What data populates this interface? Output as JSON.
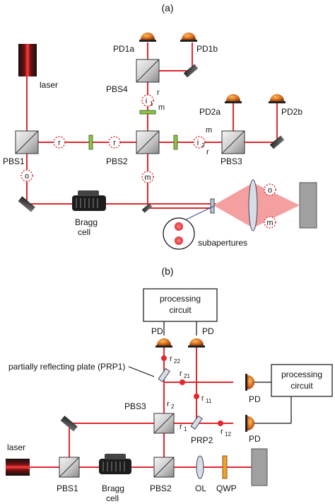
{
  "panel_a": {
    "title": "(a)",
    "labels": {
      "laser": "laser",
      "pbs1": "PBS1",
      "pbs2": "PBS2",
      "pbs3": "PBS3",
      "pbs4": "PBS4",
      "pd1a": "PD1a",
      "pd1b": "PD1b",
      "pd2a": "PD2a",
      "pd2b": "PD2b",
      "bragg1": "Bragg",
      "bragg2": "cell",
      "subapertures": "subapertures"
    },
    "markers": {
      "o": "o",
      "r": "r",
      "m": "m",
      "i": "i",
      "i1_sub": "1",
      "i2_sub": "2"
    }
  },
  "panel_b": {
    "title": "(b)",
    "labels": {
      "laser": "laser",
      "pbs1": "PBS1",
      "pbs2": "PBS2",
      "pbs3": "PBS3",
      "prp2": "PRP2",
      "prp1": "partially reflecting plate (PRP1)",
      "ol": "OL",
      "qwp": "QWP",
      "bragg1": "Bragg",
      "bragg2": "cell",
      "pd": "PD",
      "proc1": "processing",
      "proc2": "circuit"
    },
    "rays": {
      "r": "r",
      "s1": "1",
      "s2": "2",
      "s11": "11",
      "s12": "12",
      "s21": "21",
      "s22": "22"
    }
  },
  "colors": {
    "beam": "#e0292e",
    "detector": "#e09a2a",
    "waveplate": "#8bc34a",
    "target": "#a0a0a0"
  }
}
